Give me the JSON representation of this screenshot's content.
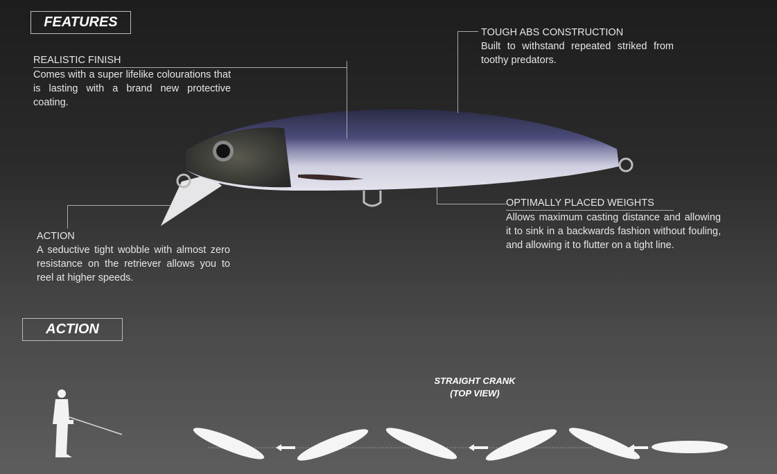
{
  "headers": {
    "features": "FEATURES",
    "action": "ACTION"
  },
  "callouts": [
    {
      "title": "REALISTIC FINISH",
      "desc": "Comes with a super lifelike colourations that is lasting with a brand new protective coating."
    },
    {
      "title": "TOUGH ABS CONSTRUCTION",
      "desc": "Built to withstand repeated striked from toothy predators."
    },
    {
      "title": "OPTIMALLY PLACED WEIGHTS",
      "desc": "Allows maximum casting distance and allowing it to sink in a backwards fashion without fouling, and allowing it to flutter on a tight line."
    },
    {
      "title": "ACTION",
      "desc": "A seductive tight wobble with almost zero resistance on the retriever allows you to reel at higher speeds."
    }
  ],
  "diagram": {
    "caption_line1": "STRAIGHT CRANK",
    "caption_line2": "(TOP VIEW)"
  }
}
